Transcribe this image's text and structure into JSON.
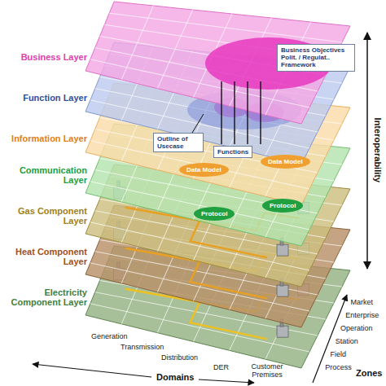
{
  "diagram": {
    "nodes": [
      {
        "text": [
          "Business Objectives Polit. / Regulat.. Framework"
        ]
      },
      {
        "text": [
          "Outline of Usecase"
        ]
      },
      {
        "text": [
          "Functions"
        ]
      },
      {
        "text": [
          "Data Model"
        ]
      },
      {
        "text": [
          "Data Model"
        ]
      },
      {
        "text": [
          "Protocol"
        ]
      },
      {
        "text": [
          "Protocol"
        ]
      }
    ],
    "labels": [
      "Business Layer",
      "Function Layer",
      "Information Layer",
      "Communication Layer",
      "Gas Component Layer",
      "Heat Component Layer",
      "Electricity Component Layer",
      "Interoperability",
      "Market",
      "Enterprise",
      "Operation",
      "Station",
      "Field",
      "Process",
      "Zones",
      "Generation",
      "Transmission",
      "Distribution",
      "DER",
      "Customer Premises",
      "Domains"
    ]
  }
}
